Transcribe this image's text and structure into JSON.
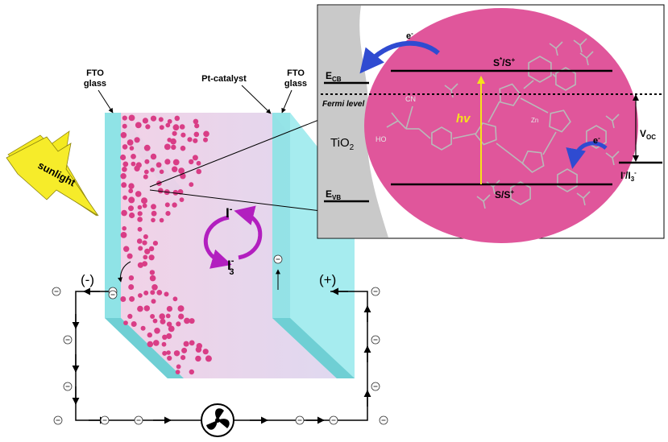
{
  "labels": {
    "fto_left": [
      "FTO",
      "glass"
    ],
    "fto_right": [
      "FTO",
      "glass"
    ],
    "pt_catalyst": "Pt-catalyst",
    "sunlight": "sunlight",
    "iodide": "I",
    "iodide_sup": "-",
    "triiodide": "I",
    "triiodide_sub": "3",
    "triiodide_sup": "-",
    "minus_terminal": "(-)",
    "plus_terminal": "(+)",
    "electron": "e",
    "electron_sup": "-"
  },
  "inset": {
    "ecb": "E",
    "ecb_sub": "CB",
    "evb": "E",
    "evb_sub": "VB",
    "tio2": "TiO",
    "tio2_sub": "2",
    "fermi": "Fermi level",
    "s_star": "S",
    "s_star_sup": "*",
    "s_star_rest": "/S",
    "s_star_rest_sup": "+",
    "s_ground": "S/S",
    "s_ground_sup": "+",
    "voc": "V",
    "voc_sub": "OC",
    "redox": "I",
    "redox_sup1": "-",
    "redox_mid": "/I",
    "redox_sub": "3",
    "redox_sup2": "-",
    "hv": "hv",
    "e1": "e",
    "e1_sup": "-",
    "e2": "e",
    "e2_sup": "-",
    "cn": "CN",
    "ho": "HO",
    "zn": "Zn"
  },
  "colors": {
    "glass": "#8fe3e6",
    "dye_circle": "#e0569b",
    "particle": "#d93d86",
    "electrolyte": "#e8d5ee",
    "arrow_purple": "#b21fbf",
    "arrow_blue": "#2f4bd1",
    "sunlight_yellow": "#f4ea21",
    "hv_yellow": "#f5e31a"
  }
}
